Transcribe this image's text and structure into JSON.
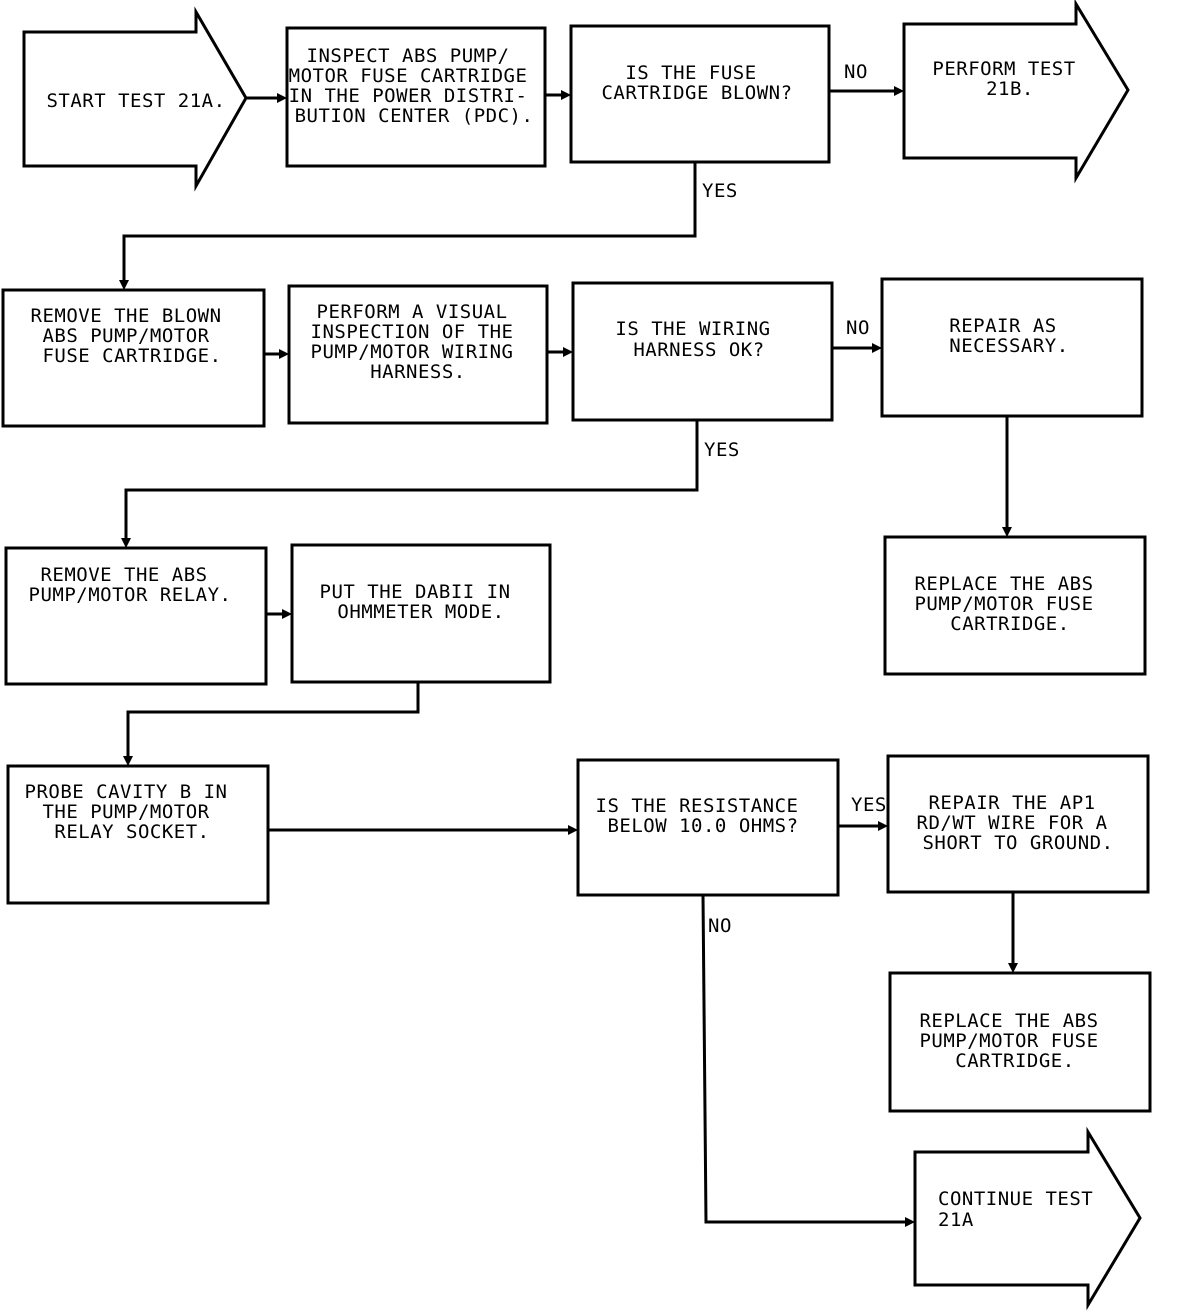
{
  "nodes": {
    "start": {
      "shape": "arrow",
      "lines": [
        "START TEST 21A."
      ]
    },
    "inspect_fuse": {
      "shape": "box",
      "lines": [
        "INSPECT ABS PUMP/",
        "MOTOR FUSE CARTRIDGE",
        "IN THE POWER DISTRI-",
        "BUTION CENTER (PDC)."
      ]
    },
    "fuse_blown": {
      "shape": "box",
      "lines": [
        "IS THE FUSE",
        "CARTRIDGE BLOWN?"
      ]
    },
    "perform_21b": {
      "shape": "arrow",
      "lines": [
        "PERFORM TEST",
        "21B."
      ]
    },
    "remove_blown": {
      "shape": "box",
      "lines": [
        "REMOVE THE BLOWN",
        "ABS PUMP/MOTOR",
        "FUSE CARTRIDGE."
      ]
    },
    "visual_inspection": {
      "shape": "box",
      "lines": [
        "PERFORM A VISUAL",
        "INSPECTION OF THE",
        "PUMP/MOTOR WIRING",
        "HARNESS."
      ]
    },
    "wiring_ok": {
      "shape": "box",
      "lines": [
        "IS THE WIRING",
        "HARNESS OK?"
      ]
    },
    "repair_necessary": {
      "shape": "box",
      "lines": [
        "REPAIR AS",
        "NECESSARY."
      ]
    },
    "replace_fuse_1": {
      "shape": "box",
      "lines": [
        "REPLACE THE ABS",
        "PUMP/MOTOR FUSE",
        "CARTRIDGE."
      ]
    },
    "remove_relay": {
      "shape": "box",
      "lines": [
        "REMOVE THE ABS",
        "PUMP/MOTOR RELAY."
      ]
    },
    "dabii_mode": {
      "shape": "box",
      "lines": [
        "PUT THE DABII IN",
        "OHMMETER MODE."
      ]
    },
    "probe_cavity": {
      "shape": "box",
      "lines": [
        "PROBE CAVITY B IN",
        "THE PUMP/MOTOR",
        "RELAY SOCKET."
      ]
    },
    "resistance_below": {
      "shape": "box",
      "lines": [
        "IS THE RESISTANCE",
        "BELOW 10.0 OHMS?"
      ]
    },
    "repair_wire": {
      "shape": "box",
      "lines": [
        "REPAIR THE AP1",
        "RD/WT WIRE FOR A",
        "SHORT TO GROUND."
      ]
    },
    "replace_fuse_2": {
      "shape": "box",
      "lines": [
        "REPLACE THE ABS",
        "PUMP/MOTOR FUSE",
        "CARTRIDGE."
      ]
    },
    "continue_21a": {
      "shape": "arrow",
      "lines": [
        "CONTINUE TEST",
        "21A"
      ]
    }
  },
  "edges": [
    {
      "from": "start",
      "to": "inspect_fuse",
      "label": ""
    },
    {
      "from": "inspect_fuse",
      "to": "fuse_blown",
      "label": ""
    },
    {
      "from": "fuse_blown",
      "to": "perform_21b",
      "label": "NO"
    },
    {
      "from": "fuse_blown",
      "to": "remove_blown",
      "label": "YES"
    },
    {
      "from": "remove_blown",
      "to": "visual_inspection",
      "label": ""
    },
    {
      "from": "visual_inspection",
      "to": "wiring_ok",
      "label": ""
    },
    {
      "from": "wiring_ok",
      "to": "repair_necessary",
      "label": "NO"
    },
    {
      "from": "repair_necessary",
      "to": "replace_fuse_1",
      "label": ""
    },
    {
      "from": "wiring_ok",
      "to": "remove_relay",
      "label": "YES"
    },
    {
      "from": "remove_relay",
      "to": "dabii_mode",
      "label": ""
    },
    {
      "from": "dabii_mode",
      "to": "probe_cavity",
      "label": ""
    },
    {
      "from": "probe_cavity",
      "to": "resistance_below",
      "label": ""
    },
    {
      "from": "resistance_below",
      "to": "repair_wire",
      "label": "YES"
    },
    {
      "from": "repair_wire",
      "to": "replace_fuse_2",
      "label": ""
    },
    {
      "from": "resistance_below",
      "to": "continue_21a",
      "label": "NO"
    }
  ]
}
